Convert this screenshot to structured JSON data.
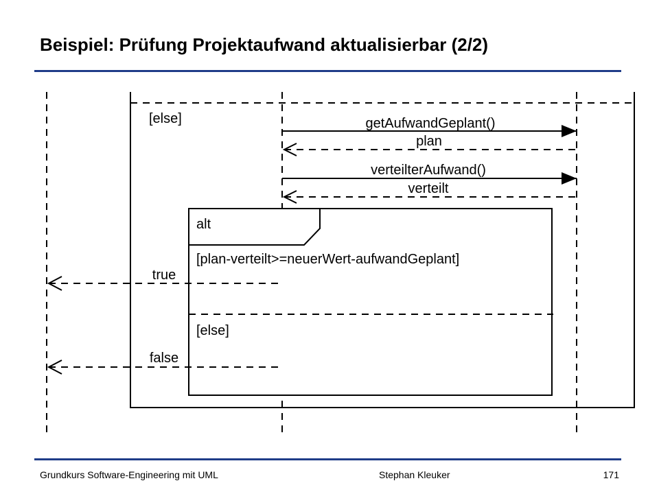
{
  "slide": {
    "title": "Beispiel: Prüfung Projektaufwand aktualisierbar (2/2)"
  },
  "diagram": {
    "outer_guard": "[else]",
    "messages": [
      {
        "label": "getAufwandGeplant()",
        "kind": "call"
      },
      {
        "label": "plan",
        "kind": "return"
      },
      {
        "label": "verteilterAufwand()",
        "kind": "call"
      },
      {
        "label": "verteilt",
        "kind": "return"
      }
    ],
    "alt_fragment": {
      "operator": "alt",
      "guard_1": "[plan-verteilt>=neuerWert-aufwandGeplant]",
      "guard_2": "[else]"
    },
    "returns": [
      {
        "label": "true"
      },
      {
        "label": "false"
      }
    ]
  },
  "footer": {
    "course": "Grundkurs Software-Engineering mit UML",
    "author": "Stephan Kleuker",
    "page_number": "171"
  }
}
